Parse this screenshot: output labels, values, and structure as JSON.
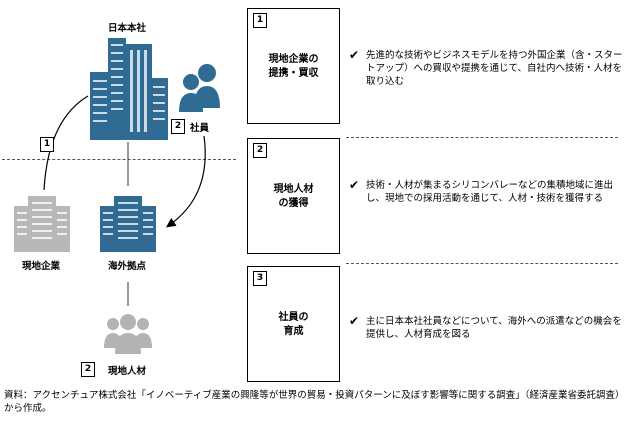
{
  "headquarters": {
    "label": "日本本社"
  },
  "employees": {
    "number": "2",
    "label": "社員"
  },
  "local_company": {
    "number": "1",
    "label": "現地企業"
  },
  "overseas_base": {
    "label": "海外拠点"
  },
  "local_talent": {
    "number": "2",
    "label": "現地人材"
  },
  "rows": [
    {
      "number": "1",
      "title": "現地企業の\n提携・買収",
      "check": "✔",
      "description": "先進的な技術やビジネスモデルを持つ外国企業（含・スタートアップ）への買収や提携を通じて、自社内へ技術・人材を取り込む"
    },
    {
      "number": "2",
      "title": "現地人材\nの獲得",
      "check": "✔",
      "description": "技術・人材が集まるシリコンバレーなどの集積地域に進出し、現地での採用活動を通じて、人材・技術を獲得する"
    },
    {
      "number": "3",
      "title": "社員の\n育成",
      "check": "✔",
      "description": "主に日本本社社員などについて、海外への派遣などの機会を提供し、人材育成を図る"
    }
  ],
  "source": "資料：アクセンチュア株式会社「イノベーティブ産業の興隆等が世界の貿易・投資パターンに及ぼす影響等に関する調査」（経済産業省委託調査）から作成。",
  "colors": {
    "building_blue": "#2f6b93",
    "building_gray": "#b8b8b8",
    "person_blue": "#2f6b93",
    "person_gray": "#b3b3b3"
  }
}
